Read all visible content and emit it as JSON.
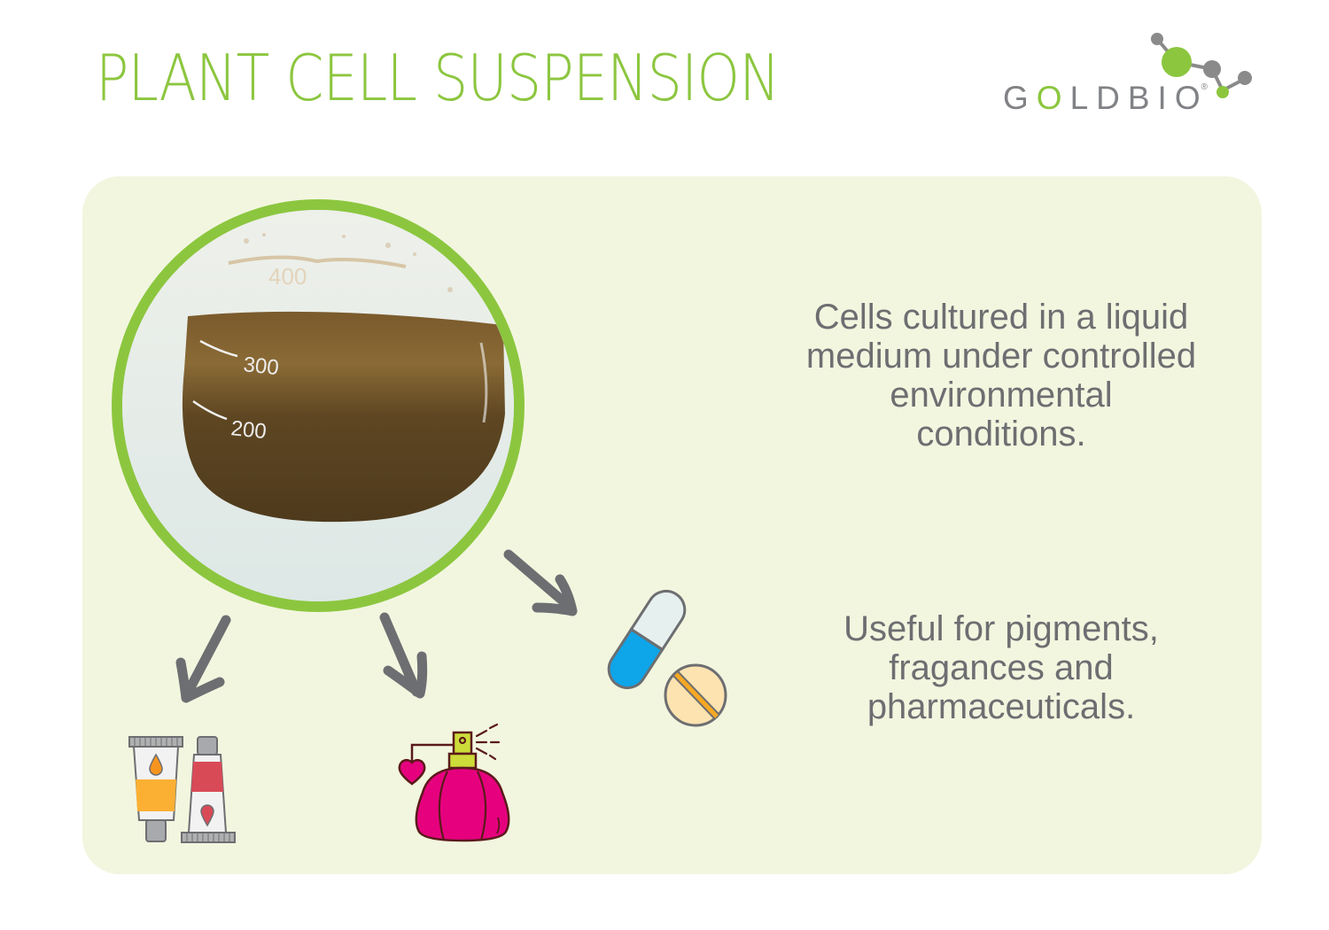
{
  "header": {
    "title": "PLANT CELL SUSPENSION",
    "logo": {
      "text_before": "G",
      "text_accent": "O",
      "text_after": "LDBIO",
      "registered": "®"
    }
  },
  "main": {
    "photo": {
      "subject": "flask-with-brown-cell-suspension",
      "graduation_marks": [
        "400",
        "300",
        "200"
      ]
    },
    "descriptions": [
      {
        "text": "Cells cultured in a liquid medium under controlled environmental conditions."
      },
      {
        "text": "Useful for pigments, fragances and pharmaceuticals."
      }
    ],
    "applications": [
      {
        "name": "pigments",
        "icon": "paint-tubes-icon"
      },
      {
        "name": "fragrances",
        "icon": "perfume-bottle-icon"
      },
      {
        "name": "pharmaceuticals",
        "icon": "pills-icon"
      }
    ]
  },
  "colors": {
    "accent_green": "#8cc63f",
    "panel_bg": "#f2f6df",
    "text_gray": "#6d6e71",
    "arrow_gray": "#6d6e71",
    "logo_gray": "#808285"
  }
}
